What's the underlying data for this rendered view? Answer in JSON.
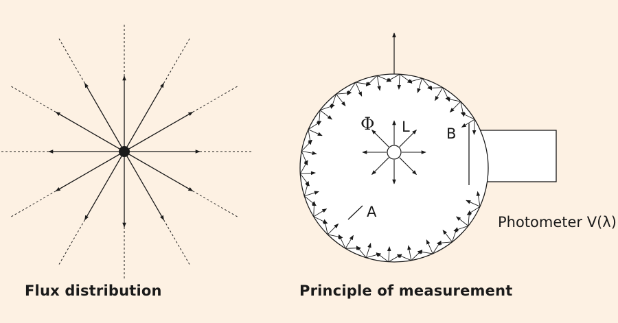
{
  "left_panel": {
    "caption": "Flux distribution"
  },
  "right_panel": {
    "caption": "Principle of measurement",
    "labels": {
      "phi": "Φ",
      "lamp": "L",
      "baffle": "B",
      "point_a": "A",
      "photometer": "Photometer V(λ)"
    }
  },
  "colors": {
    "background": "#fdf1e3",
    "ink": "#1a1a1a",
    "sphere_fill": "#ffffff"
  }
}
